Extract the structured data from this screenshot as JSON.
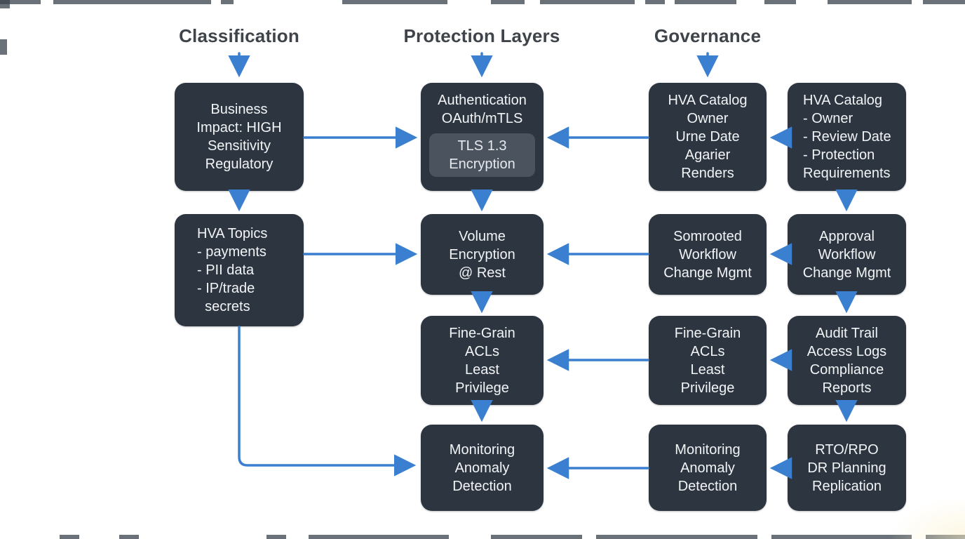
{
  "colors": {
    "background": "#ffffff",
    "node_fill": "#2c3540",
    "inner_node_fill": "#4b535e",
    "node_text": "#f2f4f6",
    "arrow": "#3b7fd0",
    "header_text": "#3f444b"
  },
  "headers": {
    "classification": "Classification",
    "protection_layers": "Protection Layers",
    "governance": "Governance"
  },
  "nodes": {
    "business_impact": {
      "text": "Business\nImpact: HIGH\nSensitivity\nRegulatory"
    },
    "hva_topics": {
      "text": "HVA Topics\n- payments\n- PII data\n- IP/trade\n  secrets"
    },
    "authentication": {
      "title": "Authentication\nOAuth/mTLS",
      "inner": "TLS 1.3\nEncryption"
    },
    "volume_encryption": {
      "text": "Volume\nEncryption\n@ Rest"
    },
    "fine_grain_protection": {
      "text": "Fine-Grain\nACLs\nLeast\nPrivilege"
    },
    "monitoring_protection": {
      "text": "Monitoring\nAnomaly\nDetection"
    },
    "hva_catalog_governance": {
      "text": "HVA Catalog\nOwner\nUrne Date\nAgarier\nRenders"
    },
    "workflow_governance": {
      "text": "Somrooted\nWorkflow\nChange Mgmt"
    },
    "fine_grain_governance": {
      "text": "Fine-Grain\nACLs\nLeast\nPrivilege"
    },
    "monitoring_governance": {
      "text": "Monitoring\nAnomaly\nDetection"
    },
    "hva_catalog_detail": {
      "text": "HVA Catalog\n- Owner\n- Review Date\n- Protection\nRequirements"
    },
    "approval_workflow": {
      "text": "Approval\nWorkflow\nChange Mgmt"
    },
    "audit_trail": {
      "text": "Audit Trail\nAccess Logs\nCompliance\nReports"
    },
    "rto_rpo": {
      "text": "RTO/RPO\nDR Planning\nReplication"
    }
  }
}
